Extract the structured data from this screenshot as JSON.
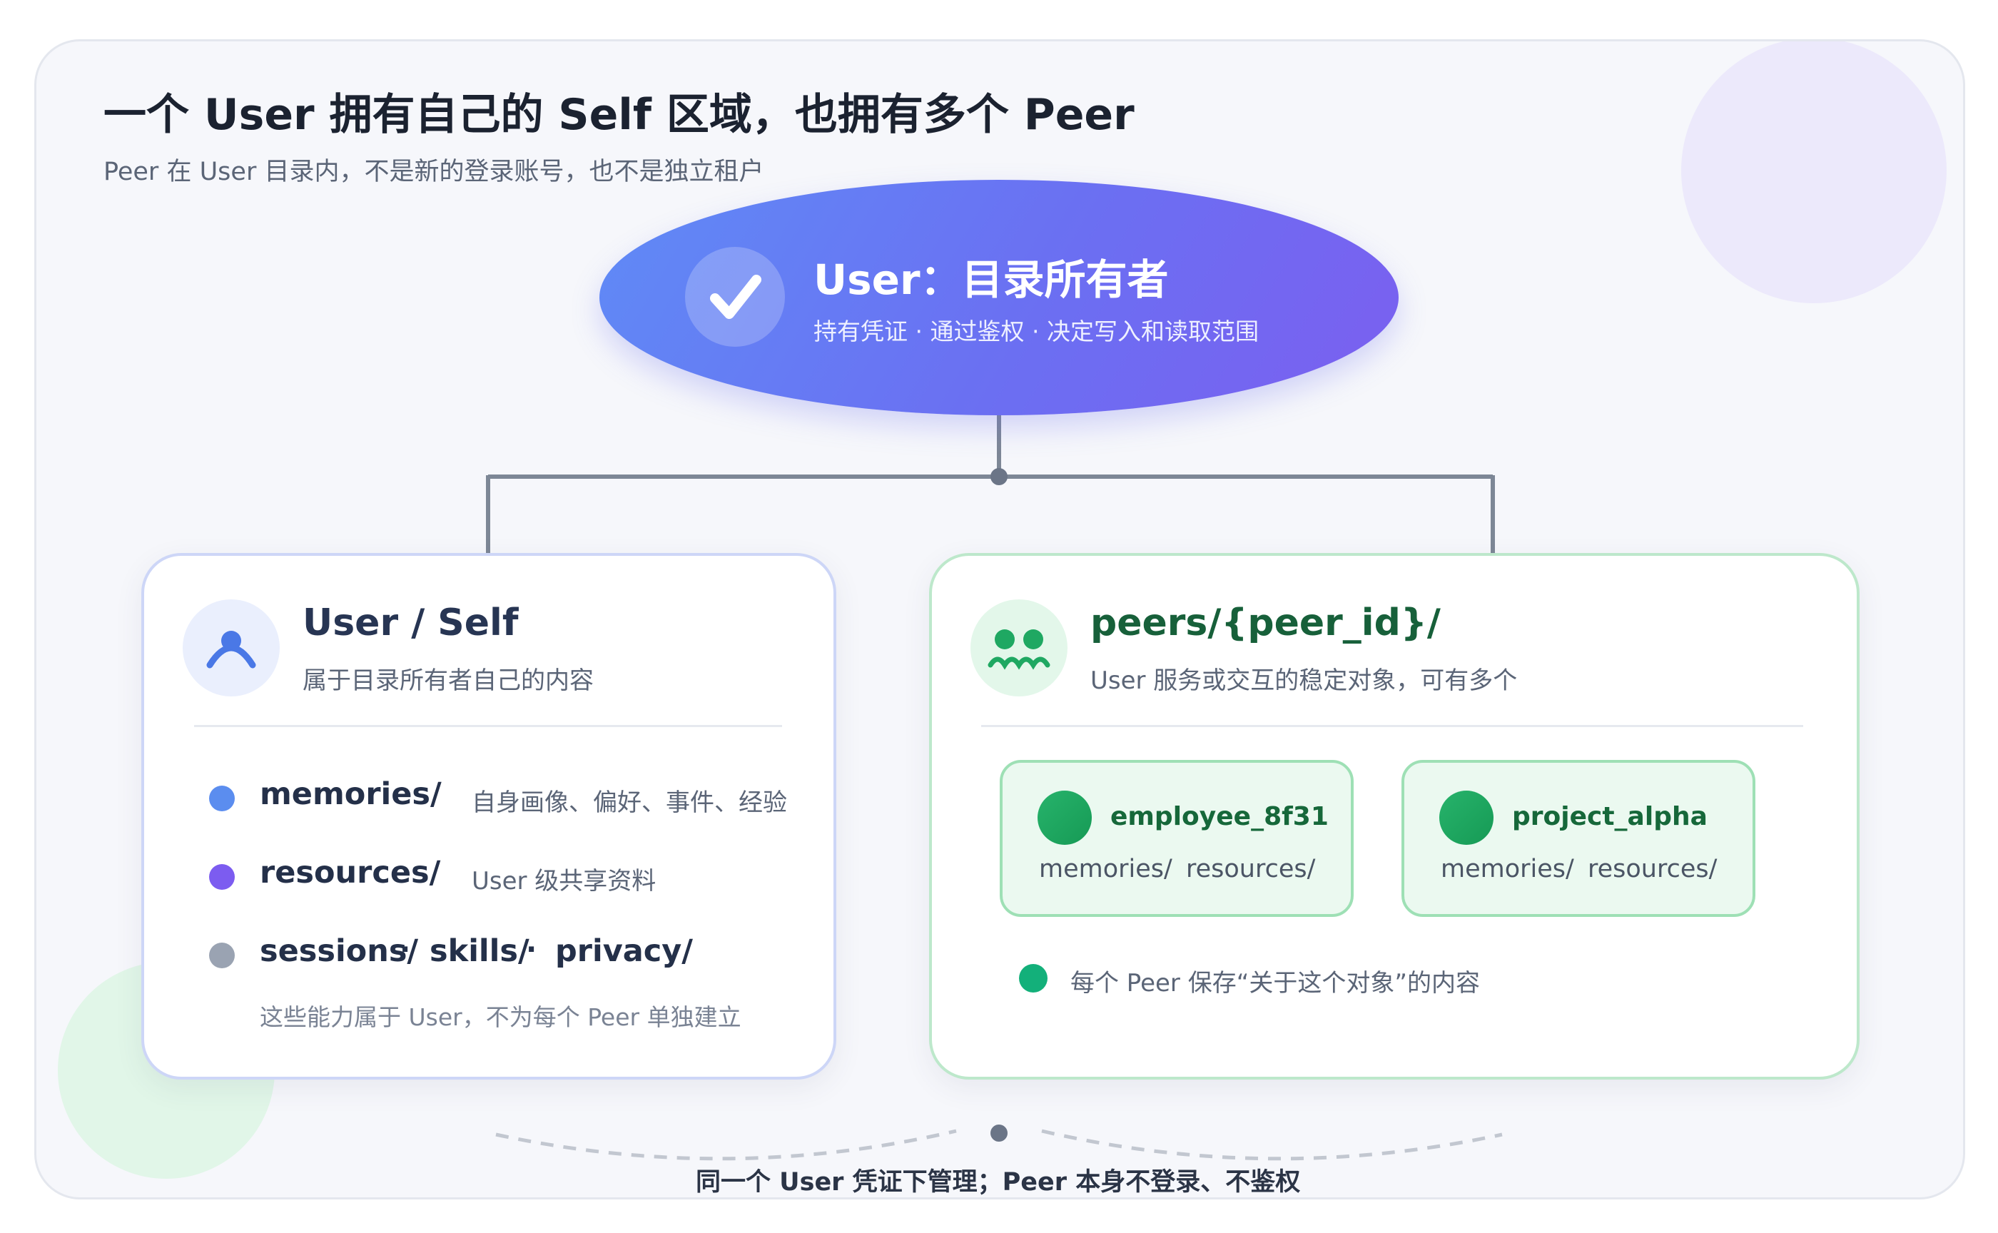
{
  "header": {
    "title": "一个 User 拥有自己的 Self 区域，也拥有多个 Peer",
    "subtitle": "Peer 在 User 目录内，不是新的登录账号，也不是独立租户"
  },
  "owner": {
    "title": "User：目录所有者",
    "subtitle": "持有凭证 · 通过鉴权 · 决定写入和读取范围",
    "icon": "check-icon"
  },
  "self_panel": {
    "title": "User / Self",
    "subtitle": "属于目录所有者自己的内容",
    "icon": "user-icon",
    "items": [
      {
        "key": "memories/",
        "desc": "自身画像、偏好、事件、经验",
        "color": "#5b8def"
      },
      {
        "key": "resources/",
        "desc": "User 级共享资料",
        "color": "#7c5cf0"
      }
    ],
    "shared": {
      "keys": [
        "sessions/",
        "skills/",
        "privacy/"
      ],
      "separator": "·",
      "desc": "这些能力属于 User，不为每个 Peer 单独建立",
      "color": "#9aa3b2"
    }
  },
  "peers_panel": {
    "title": "peers/{peer_id}/",
    "subtitle": "User 服务或交互的稳定对象，可有多个",
    "icon": "people-icon",
    "peers": [
      {
        "name": "employee_8f31",
        "dirs": [
          "memories/",
          "resources/"
        ]
      },
      {
        "name": "project_alpha",
        "dirs": [
          "memories/",
          "resources/"
        ]
      }
    ],
    "note": "每个 Peer 保存“关于这个对象”的内容",
    "note_color": "#13b07a"
  },
  "footer": {
    "text": "同一个 User 凭证下管理；Peer 本身不登录、不鉴权"
  },
  "colors": {
    "accent_blue": "#5f8bf6",
    "accent_purple": "#7b5ff0",
    "peer_green": "#1fa862",
    "connector": "#7d8796"
  }
}
